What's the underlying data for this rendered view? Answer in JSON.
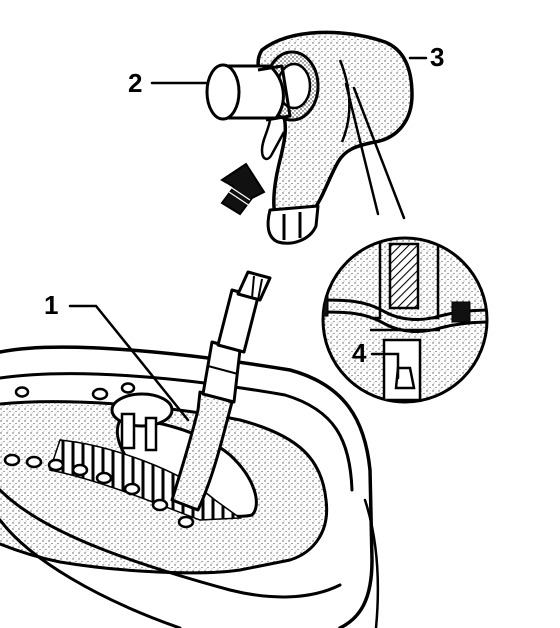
{
  "callouts": {
    "c1": "1",
    "c2": "2",
    "c3": "3",
    "c4": "4"
  },
  "parts": {
    "p1": "selector-lever-shaft",
    "p2": "release-button",
    "p3": "selector-lever-handle",
    "p4": "locking-tab"
  },
  "colors": {
    "ink": "#000000",
    "paper": "#ffffff",
    "stipple": "#555555"
  }
}
